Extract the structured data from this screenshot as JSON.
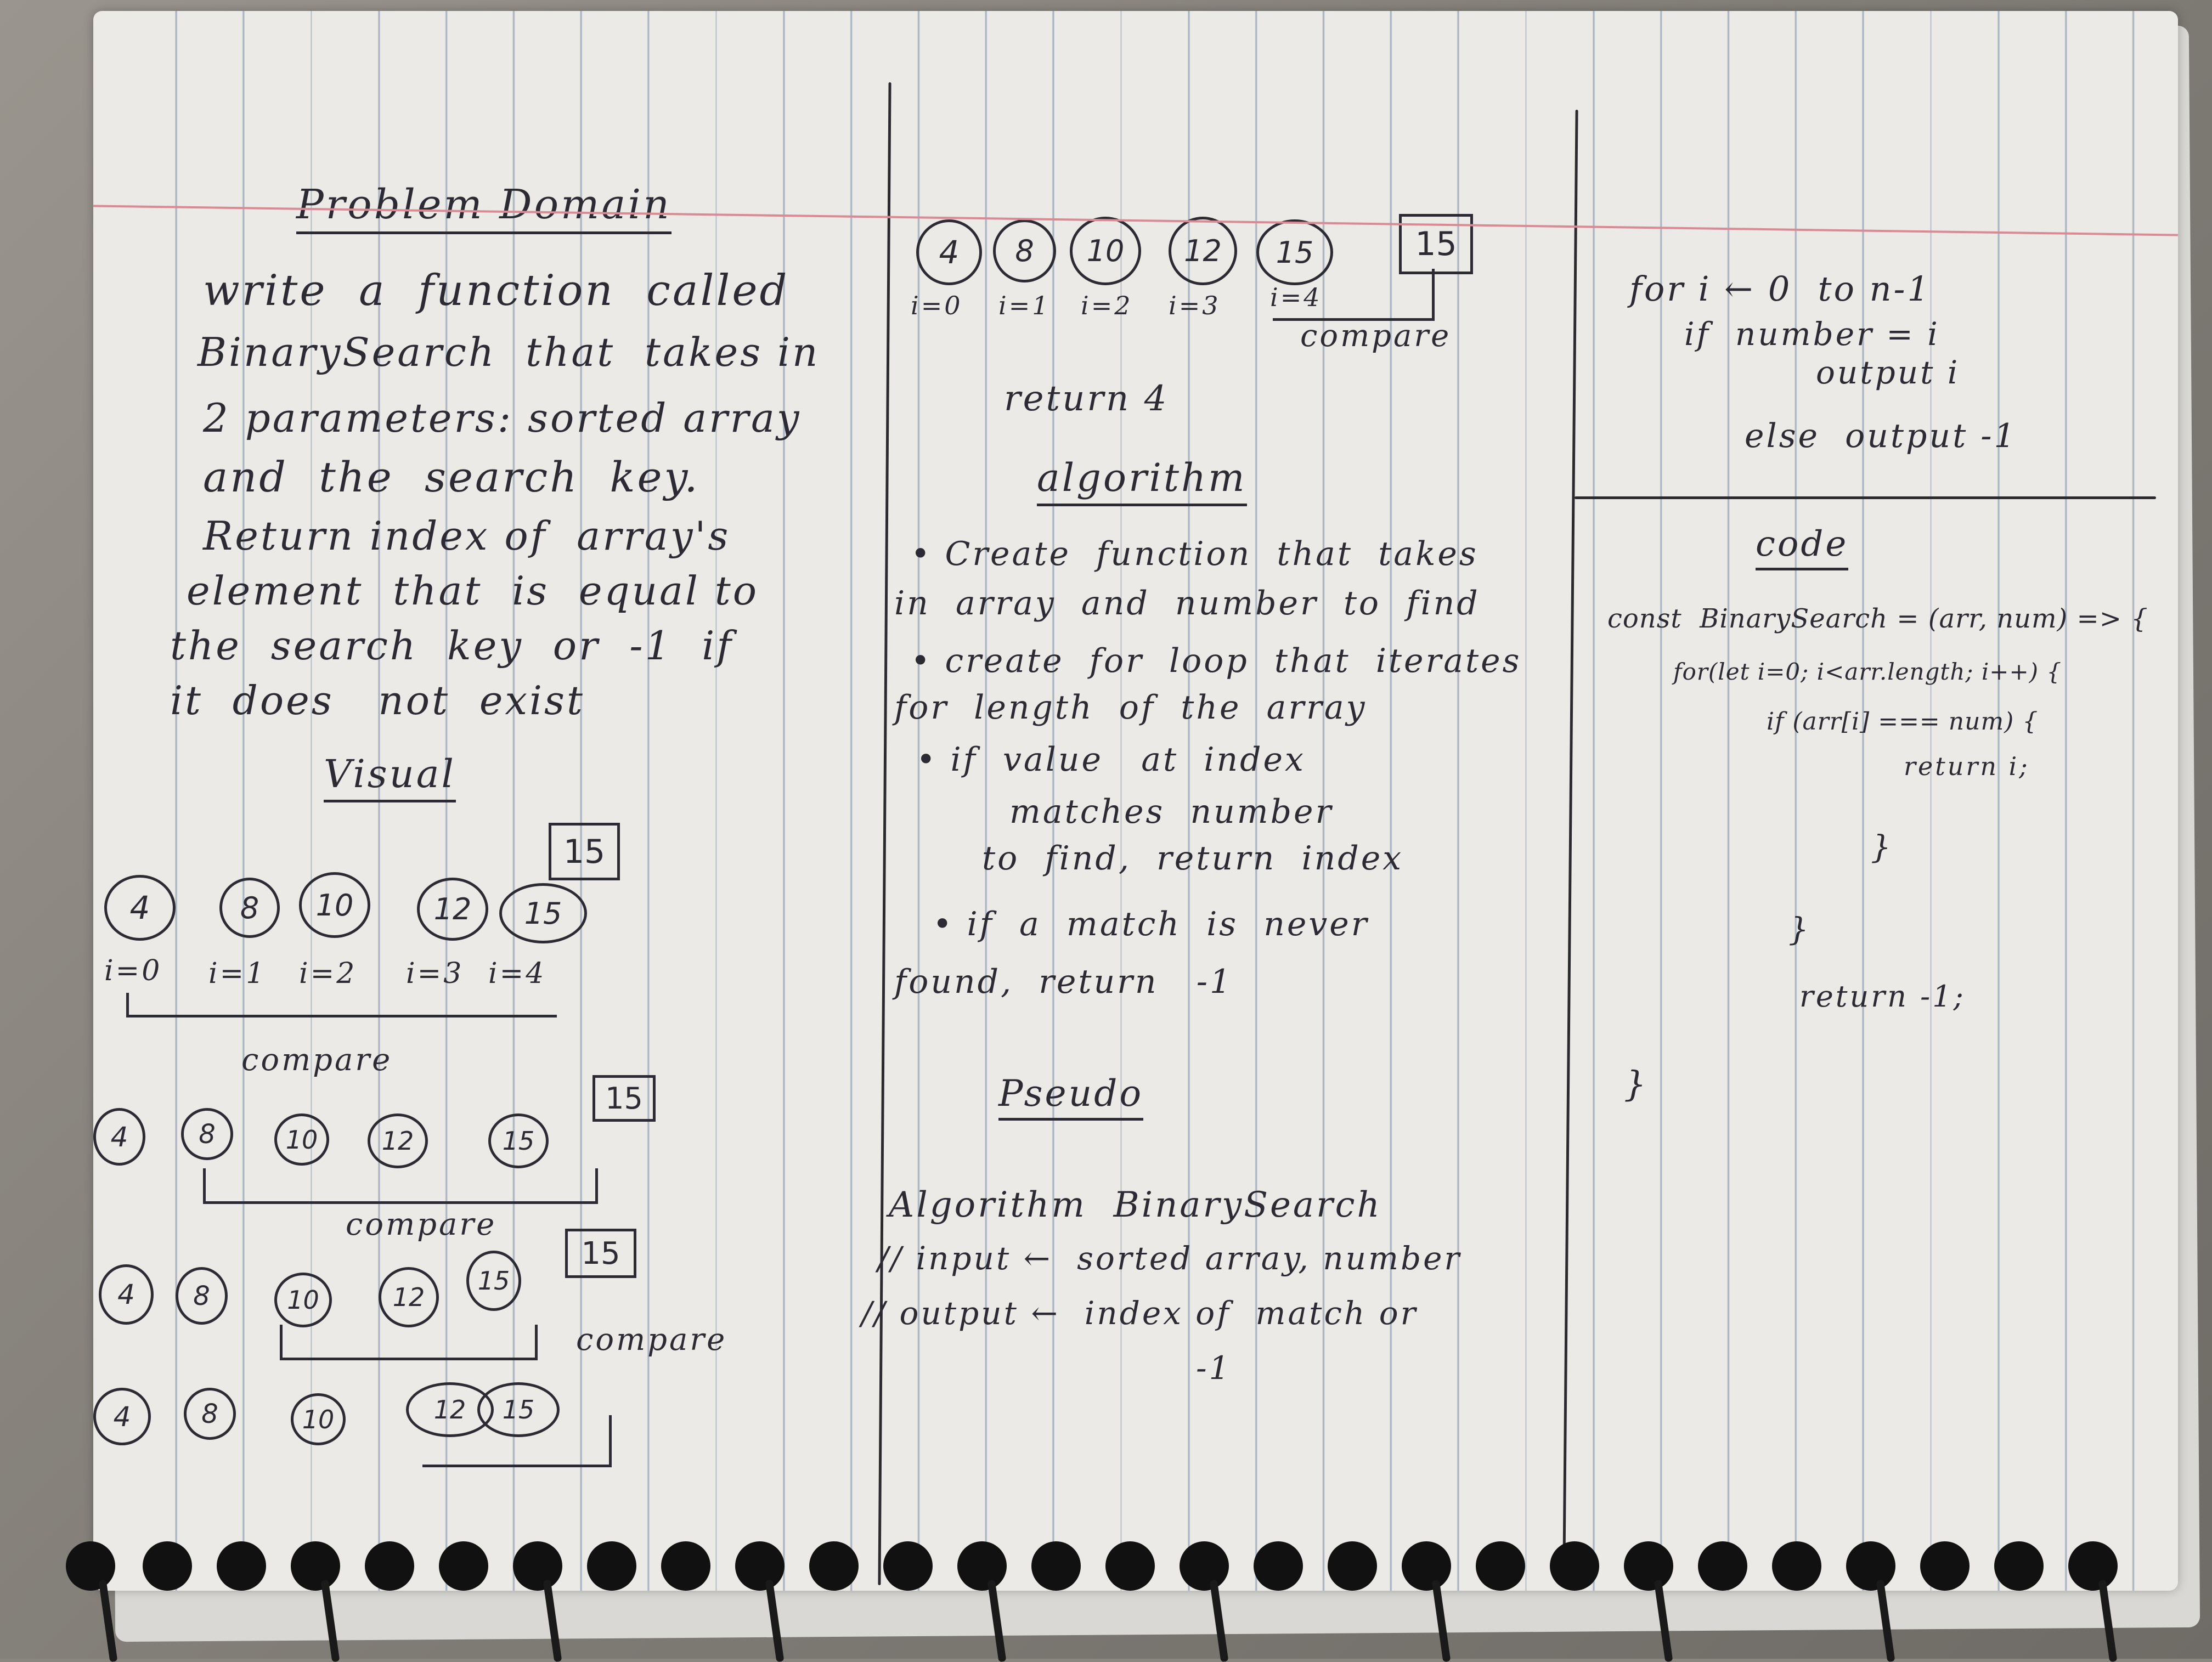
{
  "col1": {
    "heading": "Problem Domain",
    "lines": [
      "write  a  function  called",
      "BinarySearch  that  takes in",
      "2 parameters: sorted array",
      "and  the  search  key.",
      "Return index of  array's",
      "element  that  is  equal to",
      "the  search  key  or  -1  if",
      "it  does   not  exist"
    ],
    "visual_heading": "Visual",
    "rows": [
      {
        "values": [
          "4",
          "8",
          "10",
          "12",
          "15"
        ],
        "indices": [
          "i=0",
          "i=1",
          "i=2",
          "i=3",
          "i=4"
        ],
        "target": "15",
        "label": "compare"
      },
      {
        "values": [
          "4",
          "8",
          "10",
          "12",
          "15"
        ],
        "target": "15",
        "label": "compare"
      },
      {
        "values": [
          "4",
          "8",
          "10",
          "12",
          "15"
        ],
        "target": "15",
        "label": "compare"
      },
      {
        "values": [
          "4",
          "8",
          "10",
          "12",
          "15"
        ]
      }
    ]
  },
  "col2": {
    "values": [
      "4",
      "8",
      "10",
      "12",
      "15"
    ],
    "indices": [
      "i=0",
      "i=1",
      "i=2",
      "i=3",
      "i=4"
    ],
    "target": "15",
    "compare_label": "compare",
    "return_text": "return 4",
    "algorithm_heading": "algorithm",
    "algorithm_lines": [
      "• Create  function  that  takes",
      "in  array  and  number  to  find",
      "• create  for  loop  that  iterates",
      "for  length  of  the  array",
      "• if  value   at  index",
      "matches  number",
      "to  find,  return  index",
      "• if  a  match  is  never",
      "found,  return   -1"
    ],
    "pseudo_heading": "Pseudo",
    "pseudo_lines": [
      "Algorithm  BinarySearch",
      "// input ←  sorted array, number",
      "// output ←  index of  match or",
      "-1"
    ]
  },
  "col3": {
    "pseudo_lines": [
      "for i ← 0  to n-1",
      "if  number = i",
      "output i",
      "else  output -1"
    ],
    "code_heading": "code",
    "code_lines": [
      "const  BinarySearch = (arr, num) => {",
      "for(let i=0; i<arr.length; i++) {",
      "if (arr[i] === num) {",
      "return i;",
      "}",
      "}",
      "return -1;",
      "}"
    ]
  }
}
